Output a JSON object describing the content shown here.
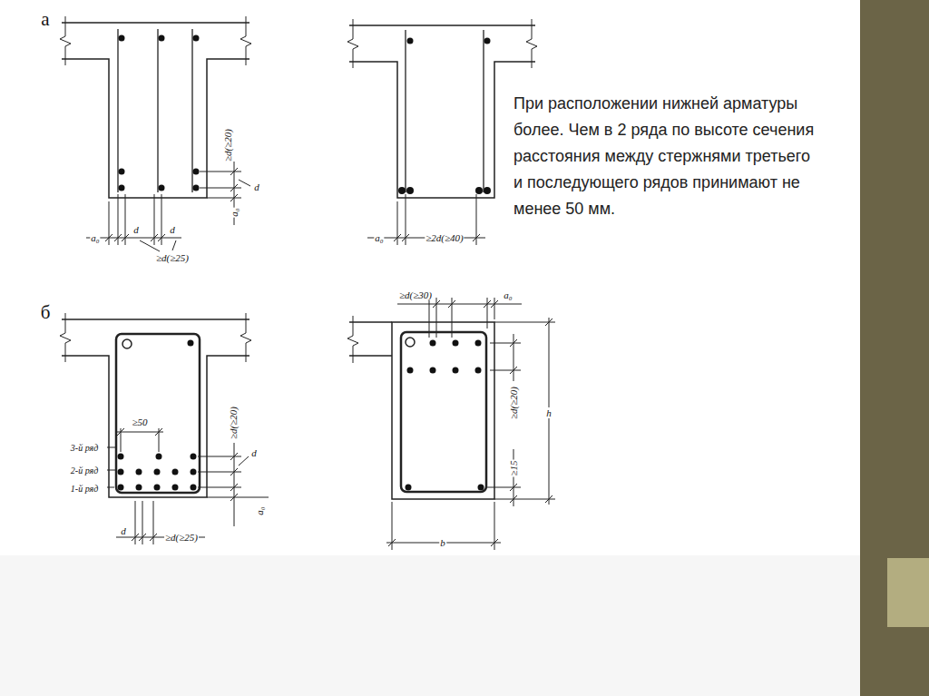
{
  "diagram": {
    "labels": [
      "а",
      "≥d(≥20)",
      "d",
      "a₀",
      "a₀",
      "d",
      "d",
      "≥d(≥25)",
      "a₀",
      "≥2d(≥40)",
      "При расположении нижней арматуры более. Чем в 2 ряда по высоте сечения расстояния между стержнями третьего и последующего рядов принимают не менее 50 мм.",
      "б",
      "≥d(≥30)",
      "a₀",
      "≥50",
      "≥d(≥20)",
      "3-й ряд",
      "2-й ряд",
      "d",
      "1-й ряд",
      "a₀",
      "d",
      "≥d(≥25)",
      "≥d(≥20)",
      "h",
      "≥15",
      "b"
    ]
  }
}
